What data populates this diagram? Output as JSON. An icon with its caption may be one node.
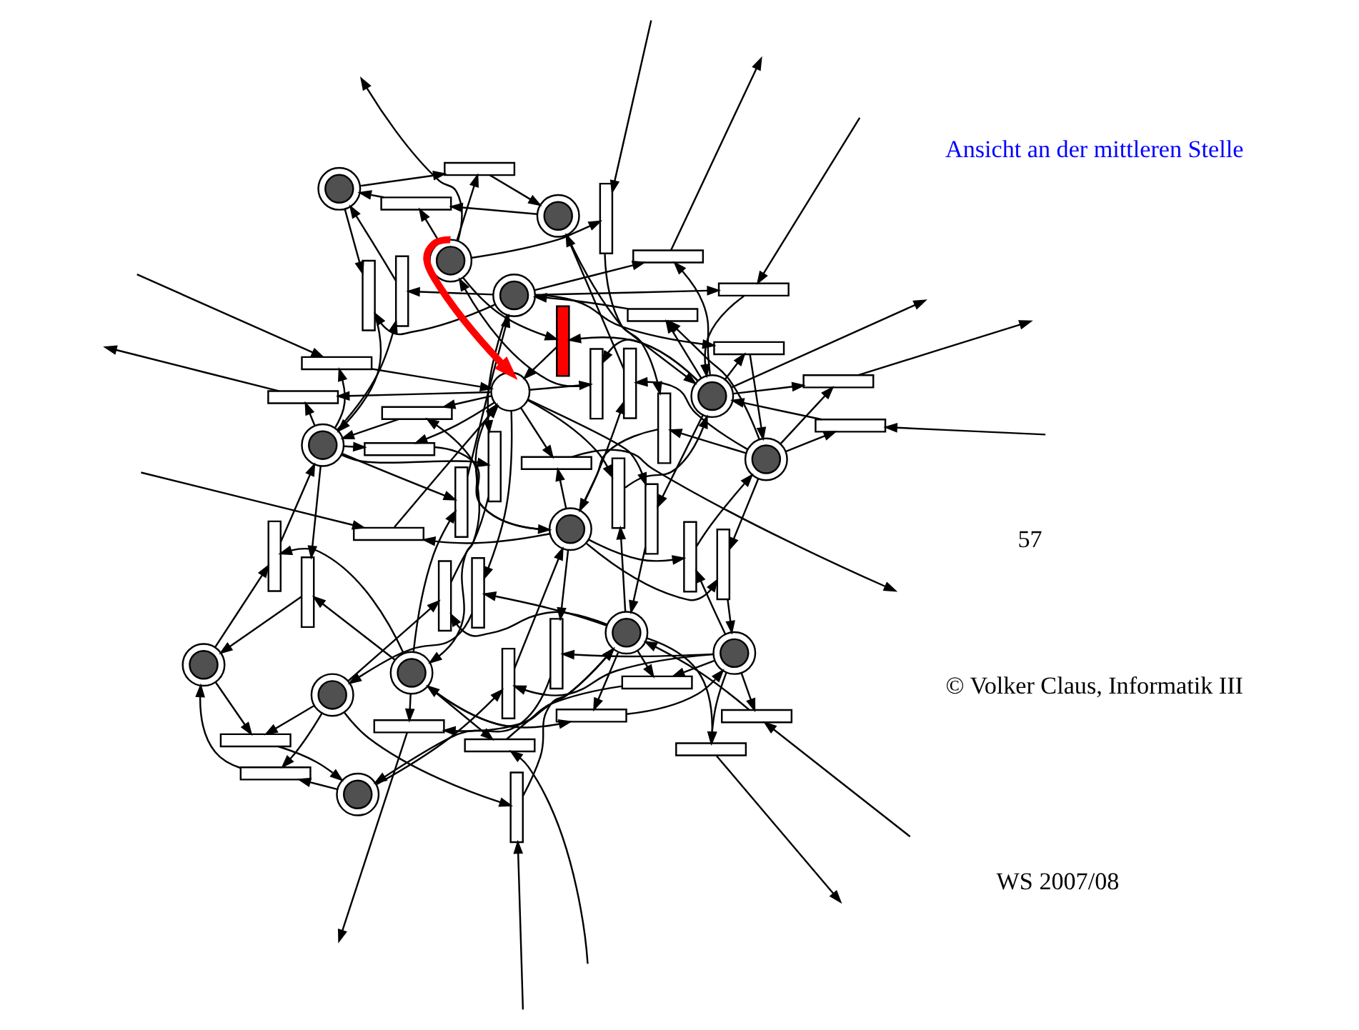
{
  "diagram": {
    "nodes": [
      {
        "text": [],
        "shape": "bar"
      },
      {
        "text": [],
        "shape": "bar"
      },
      {
        "text": [],
        "shape": "bar"
      },
      {
        "text": [],
        "shape": "bar"
      },
      {
        "text": [],
        "shape": "bar"
      },
      {
        "text": [],
        "shape": "bar"
      },
      {
        "text": [],
        "shape": "bullseye"
      },
      {
        "text": [],
        "shape": "bullseye"
      },
      {
        "text": [],
        "shape": "bullseye"
      },
      {
        "text": [],
        "shape": "bullseye"
      },
      {
        "text": [],
        "shape": "bullseye"
      },
      {
        "text": [],
        "shape": "bar"
      },
      {
        "text": [],
        "shape": "bar"
      },
      {
        "text": [],
        "shape": "bar"
      },
      {
        "text": [],
        "shape": "bar"
      },
      {
        "text": [],
        "shape": "bar"
      },
      {
        "text": [],
        "shape": "bar"
      },
      {
        "text": [],
        "shape": "bar"
      },
      {
        "text": [],
        "shape": "bar"
      },
      {
        "text": [],
        "shape": "bar"
      },
      {
        "text": [],
        "shape": "bar"
      },
      {
        "text": [],
        "shape": "bar"
      },
      {
        "text": [],
        "shape": "bar"
      },
      {
        "text": [],
        "shape": "bar"
      },
      {
        "text": [],
        "shape": "bar"
      },
      {
        "text": [],
        "shape": "bar"
      },
      {
        "text": [],
        "shape": "bullseye"
      },
      {
        "text": [],
        "shape": "bullseye"
      },
      {
        "text": [],
        "shape": "circle"
      },
      {
        "text": [],
        "shape": "bullseye"
      },
      {
        "text": [],
        "shape": "bullseye"
      },
      {
        "text": [],
        "shape": "bar"
      },
      {
        "text": [],
        "shape": "bar"
      },
      {
        "text": [],
        "shape": "bar"
      },
      {
        "text": [],
        "shape": "bar"
      },
      {
        "text": [],
        "shape": "bar"
      },
      {
        "text": [],
        "shape": "bar"
      },
      {
        "text": [],
        "shape": "bar"
      },
      {
        "text": [],
        "shape": "bar"
      },
      {
        "text": [],
        "shape": "bar"
      },
      {
        "text": [],
        "shape": "bar"
      },
      {
        "text": [],
        "shape": "bar"
      },
      {
        "text": [],
        "shape": "bar"
      },
      {
        "text": [],
        "shape": "bar"
      },
      {
        "text": [],
        "shape": "bar"
      },
      {
        "text": [],
        "shape": "bar"
      },
      {
        "text": [],
        "shape": "bullseye"
      },
      {
        "text": [],
        "shape": "bullseye"
      },
      {
        "text": [],
        "shape": "bullseye"
      },
      {
        "text": [],
        "shape": "bullseye"
      },
      {
        "text": [],
        "shape": "bullseye"
      },
      {
        "text": [],
        "shape": "bar"
      },
      {
        "text": [],
        "shape": "bar"
      },
      {
        "text": [],
        "shape": "bar"
      },
      {
        "text": [],
        "shape": "bar"
      },
      {
        "text": [],
        "shape": "bar"
      },
      {
        "text": [],
        "shape": "bar"
      }
    ],
    "edges": [
      {
        "from": 27,
        "to": 0,
        "arrow": "to"
      },
      {
        "from": 7,
        "to": 0,
        "arrow": "to"
      },
      {
        "from": 0,
        "to": null,
        "arrow": "to"
      },
      {
        "from": 28,
        "to": 1,
        "arrow": "to"
      },
      {
        "from": 8,
        "to": 1,
        "arrow": "to"
      },
      {
        "from": 1,
        "to": null,
        "arrow": "to"
      },
      {
        "from": 29,
        "to": 2,
        "arrow": "to"
      },
      {
        "from": 9,
        "to": 2,
        "arrow": "to"
      },
      {
        "from": 2,
        "to": null,
        "arrow": "to"
      },
      {
        "from": 6,
        "to": 3,
        "arrow": "to"
      },
      {
        "from": 7,
        "to": 3,
        "arrow": "to"
      },
      {
        "from": 3,
        "to": 8,
        "arrow": "to"
      },
      {
        "from": 7,
        "to": 4,
        "arrow": "to"
      },
      {
        "from": 8,
        "to": 4,
        "arrow": "to"
      },
      {
        "from": 4,
        "to": 9,
        "arrow": "to"
      },
      {
        "from": 8,
        "to": 5,
        "arrow": "to"
      },
      {
        "from": 9,
        "to": 5,
        "arrow": "to"
      },
      {
        "from": 5,
        "to": 10,
        "arrow": "to"
      },
      {
        "from": 8,
        "to": 11,
        "arrow": "to"
      },
      {
        "from": 7,
        "to": 11,
        "arrow": "to"
      },
      {
        "from": 11,
        "to": 6,
        "arrow": "to"
      },
      {
        "from": 9,
        "to": 12,
        "arrow": "to"
      },
      {
        "from": 8,
        "to": 12,
        "arrow": "to"
      },
      {
        "from": 12,
        "to": 7,
        "arrow": "to"
      },
      {
        "from": 10,
        "to": 13,
        "arrow": "to"
      },
      {
        "from": 9,
        "to": 13,
        "arrow": "to"
      },
      {
        "from": 13,
        "to": 8,
        "arrow": "to"
      },
      {
        "from": null,
        "to": 14,
        "arrow": "to"
      },
      {
        "from": 7,
        "to": 14,
        "arrow": "to"
      },
      {
        "from": 14,
        "to": 27,
        "arrow": "to"
      },
      {
        "from": null,
        "to": 15,
        "arrow": "to"
      },
      {
        "from": 8,
        "to": 15,
        "arrow": "to"
      },
      {
        "from": 15,
        "to": 28,
        "arrow": "to"
      },
      {
        "from": null,
        "to": 16,
        "arrow": "to"
      },
      {
        "from": 9,
        "to": 16,
        "arrow": "to"
      },
      {
        "from": 16,
        "to": 29,
        "arrow": "to"
      },
      {
        "from": 46,
        "to": 17,
        "arrow": "to"
      },
      {
        "from": 26,
        "to": 17,
        "arrow": "to"
      },
      {
        "from": 17,
        "to": 6,
        "arrow": "to"
      },
      {
        "from": 47,
        "to": 18,
        "arrow": "to"
      },
      {
        "from": 27,
        "to": 18,
        "arrow": "to"
      },
      {
        "from": 18,
        "to": 7,
        "arrow": "to"
      },
      {
        "from": 48,
        "to": 19,
        "arrow": "to"
      },
      {
        "from": 28,
        "to": 19,
        "arrow": "to"
      },
      {
        "from": 19,
        "to": 8,
        "arrow": "to"
      },
      {
        "from": 49,
        "to": 20,
        "arrow": "to"
      },
      {
        "from": 29,
        "to": 20,
        "arrow": "to"
      },
      {
        "from": 20,
        "to": 9,
        "arrow": "to"
      },
      {
        "from": 50,
        "to": 21,
        "arrow": "to"
      },
      {
        "from": 30,
        "to": 21,
        "arrow": "to"
      },
      {
        "from": 21,
        "to": 10,
        "arrow": "to"
      },
      {
        "from": null,
        "to": 22,
        "arrow": "to"
      },
      {
        "from": 26,
        "to": 22,
        "arrow": "to"
      },
      {
        "from": 22,
        "to": 27,
        "arrow": "to"
      },
      {
        "from": 26,
        "to": 23,
        "arrow": "to"
      },
      {
        "from": 27,
        "to": 23,
        "arrow": "to"
      },
      {
        "from": 23,
        "to": 28,
        "arrow": "to"
      },
      {
        "from": 27,
        "to": 24,
        "arrow": "to"
      },
      {
        "from": 28,
        "to": 24,
        "arrow": "to"
      },
      {
        "from": 24,
        "to": 29,
        "arrow": "to"
      },
      {
        "from": 28,
        "to": 25,
        "arrow": "to"
      },
      {
        "from": 29,
        "to": 25,
        "arrow": "to"
      },
      {
        "from": 25,
        "to": 30,
        "arrow": "to"
      },
      {
        "from": 26,
        "to": null,
        "arrow": "to"
      },
      {
        "from": 27,
        "to": null,
        "arrow": "to"
      },
      {
        "from": 28,
        "to": 31,
        "arrow": "to"
      },
      {
        "from": 27,
        "to": 31,
        "arrow": "to"
      },
      {
        "from": 31,
        "to": 26,
        "arrow": "to"
      },
      {
        "from": 29,
        "to": 32,
        "arrow": "to"
      },
      {
        "from": 28,
        "to": 32,
        "arrow": "to"
      },
      {
        "from": 32,
        "to": 27,
        "arrow": "to"
      },
      {
        "from": 30,
        "to": 33,
        "arrow": "to"
      },
      {
        "from": 29,
        "to": 33,
        "arrow": "to"
      },
      {
        "from": 33,
        "to": 28,
        "arrow": "to"
      },
      {
        "from": null,
        "to": 34,
        "arrow": "to"
      },
      {
        "from": 30,
        "to": 34,
        "arrow": "to"
      },
      {
        "from": 34,
        "to": 29,
        "arrow": "to"
      },
      {
        "from": 6,
        "to": 35,
        "arrow": "to"
      },
      {
        "from": 26,
        "to": 35,
        "arrow": "to"
      },
      {
        "from": 35,
        "to": 46,
        "arrow": "to"
      },
      {
        "from": 7,
        "to": 36,
        "arrow": "to"
      },
      {
        "from": 27,
        "to": 36,
        "arrow": "to"
      },
      {
        "from": 36,
        "to": 47,
        "arrow": "to"
      },
      {
        "from": 8,
        "to": 37,
        "arrow": "to"
      },
      {
        "from": 28,
        "to": 37,
        "arrow": "to"
      },
      {
        "from": 37,
        "to": 48,
        "arrow": "to"
      },
      {
        "from": 9,
        "to": 38,
        "arrow": "to"
      },
      {
        "from": 29,
        "to": 38,
        "arrow": "to"
      },
      {
        "from": 38,
        "to": 49,
        "arrow": "to"
      },
      {
        "from": 10,
        "to": 39,
        "arrow": "to"
      },
      {
        "from": 30,
        "to": 39,
        "arrow": "to"
      },
      {
        "from": 39,
        "to": 50,
        "arrow": "to"
      },
      {
        "from": null,
        "to": 40,
        "arrow": "to"
      },
      {
        "from": 47,
        "to": 40,
        "arrow": "to"
      },
      {
        "from": 40,
        "to": 27,
        "arrow": "to"
      },
      {
        "from": null,
        "to": 41,
        "arrow": "to"
      },
      {
        "from": 48,
        "to": 41,
        "arrow": "to"
      },
      {
        "from": 41,
        "to": 28,
        "arrow": "to"
      },
      {
        "from": null,
        "to": 42,
        "arrow": "to"
      },
      {
        "from": 49,
        "to": 42,
        "arrow": "to"
      },
      {
        "from": 42,
        "to": 29,
        "arrow": "to"
      },
      {
        "from": 46,
        "to": 43,
        "arrow": "to"
      },
      {
        "from": 47,
        "to": 43,
        "arrow": "to"
      },
      {
        "from": 43,
        "to": 48,
        "arrow": "to"
      },
      {
        "from": 47,
        "to": 44,
        "arrow": "to"
      },
      {
        "from": 48,
        "to": 44,
        "arrow": "to"
      },
      {
        "from": 44,
        "to": 49,
        "arrow": "to"
      },
      {
        "from": 48,
        "to": 45,
        "arrow": "to"
      },
      {
        "from": 49,
        "to": 45,
        "arrow": "to"
      },
      {
        "from": 45,
        "to": 50,
        "arrow": "to"
      },
      {
        "from": 48,
        "to": 51,
        "arrow": "to"
      },
      {
        "from": 47,
        "to": 51,
        "arrow": "to"
      },
      {
        "from": 51,
        "to": 46,
        "arrow": "to"
      },
      {
        "from": 49,
        "to": 52,
        "arrow": "to"
      },
      {
        "from": 48,
        "to": 52,
        "arrow": "to"
      },
      {
        "from": 52,
        "to": 47,
        "arrow": "to"
      },
      {
        "from": 50,
        "to": 53,
        "arrow": "to"
      },
      {
        "from": 49,
        "to": 53,
        "arrow": "to"
      },
      {
        "from": 53,
        "to": 48,
        "arrow": "to"
      },
      {
        "from": 27,
        "to": 54,
        "arrow": "to"
      },
      {
        "from": 47,
        "to": 54,
        "arrow": "to"
      },
      {
        "from": 54,
        "to": null,
        "arrow": "to"
      },
      {
        "from": 28,
        "to": 55,
        "arrow": "to"
      },
      {
        "from": 48,
        "to": 55,
        "arrow": "to"
      },
      {
        "from": 55,
        "to": null,
        "arrow": "to"
      },
      {
        "from": 29,
        "to": 56,
        "arrow": "to"
      },
      {
        "from": 49,
        "to": 56,
        "arrow": "to"
      },
      {
        "from": 56,
        "to": null,
        "arrow": "to"
      },
      {
        "from": 26,
        "to": 28,
        "arrow": "to",
        "style": "thick",
        "color": "#ff0000"
      }
    ],
    "labels": [
      "WS 2007/08",
      "© Volker Claus, Informatik III",
      "57",
      "Ansicht an der mittleren Stelle"
    ]
  }
}
